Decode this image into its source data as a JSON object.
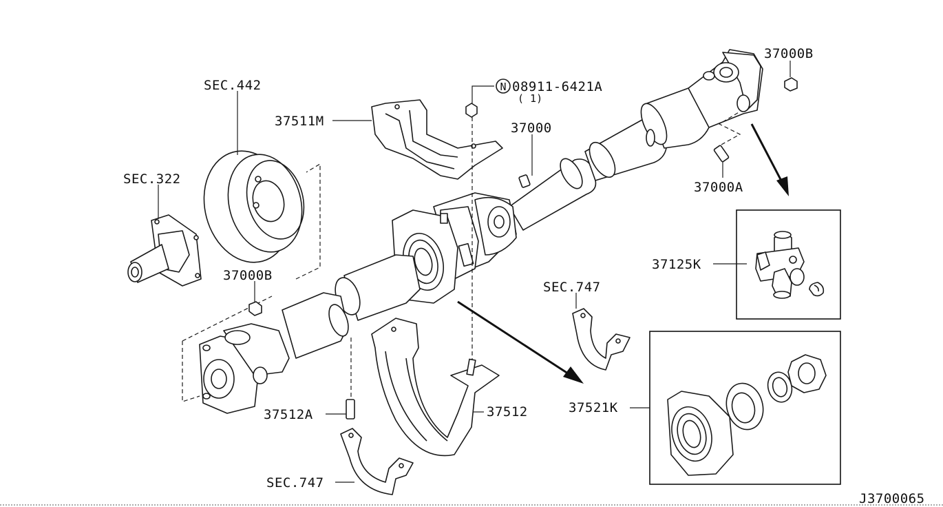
{
  "diagram_id": "J3700065",
  "labels": {
    "sec442": "SEC.442",
    "sec322": "SEC.322",
    "p37511m": "37511M",
    "p08911": "08911-6421A",
    "p08911_qty": "( 1)",
    "nut_symbol": "N",
    "p37000": "37000",
    "p37000b_top": "37000B",
    "p37000a": "37000A",
    "p37125k": "37125K",
    "p37000b_left": "37000B",
    "sec747_right": "SEC.747",
    "p37521k": "37521K",
    "p37512a": "37512A",
    "p37512": "37512",
    "sec747_bottom": "SEC.747"
  }
}
